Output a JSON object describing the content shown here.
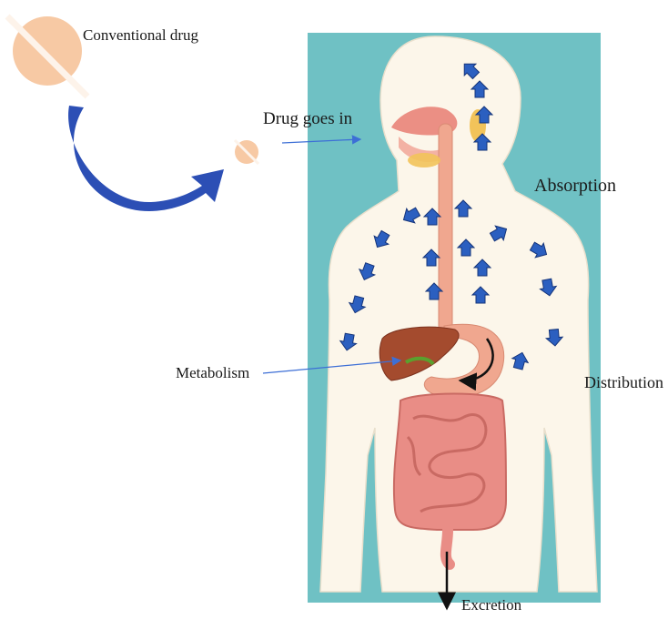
{
  "labels": {
    "conventional_drug": "Conventional drug",
    "drug_goes_in": "Drug goes in",
    "absorption": "Absorption",
    "metabolism": "Metabolism",
    "distribution": "Distribution",
    "excretion": "Excretion"
  },
  "colors": {
    "background_panel": "#6fc1c4",
    "body_skin": "#fcf6ea",
    "pill": "#f7c9a4",
    "process_arrow": "#2b5fc0",
    "curved_arrow": "#2c4fb5",
    "digestive_tract": "#f0a78f",
    "liver": "#a44b2e",
    "intestine": "#e98d86",
    "thyroid": "#f2c35a"
  },
  "icons": {
    "large_pill": "tablet-pill-icon",
    "small_pill": "tablet-pill-icon",
    "flow_arrow": "curved-arrow-icon",
    "pointer": "line-arrow-icon",
    "process": "block-arrow-icon"
  }
}
